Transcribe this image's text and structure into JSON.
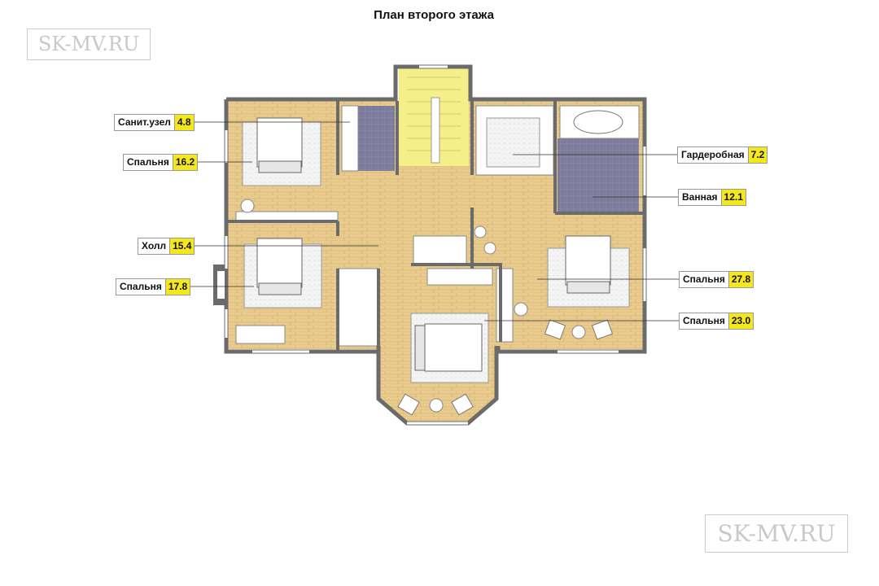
{
  "title": "План второго этажа",
  "watermark": "SK-MV.RU",
  "rooms": [
    {
      "name": "Санит.узел",
      "area": "4.8"
    },
    {
      "name": "Спальня",
      "area": "16.2"
    },
    {
      "name": "Холл",
      "area": "15.4"
    },
    {
      "name": "Спальня",
      "area": "17.8"
    },
    {
      "name": "Гардеробная",
      "area": "7.2"
    },
    {
      "name": "Ванная",
      "area": "12.1"
    },
    {
      "name": "Спальня",
      "area": "27.8"
    },
    {
      "name": "Спальня",
      "area": "23.0"
    }
  ],
  "colors": {
    "wall": "#6b6b6b",
    "floor": "#e9cb8e",
    "tile": "#7d7c9c",
    "stair": "#f5ef8a",
    "highlight": "#f4e81c"
  }
}
